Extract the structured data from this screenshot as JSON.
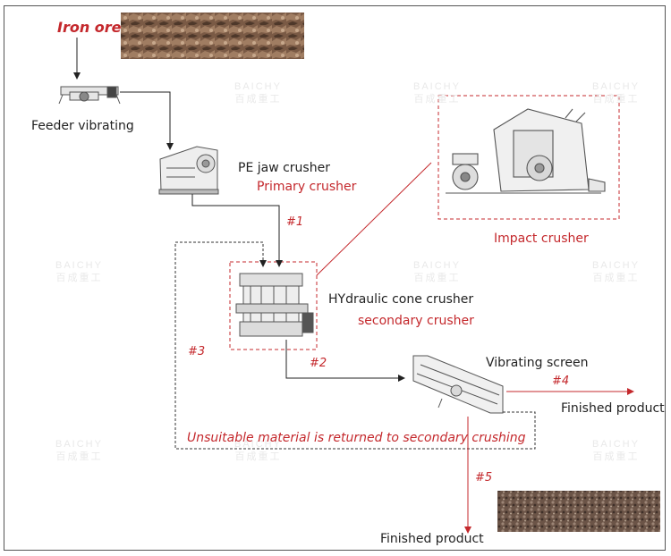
{
  "title": "Iron ore",
  "watermark": {
    "brand": "BAICHY",
    "cn": "百成重工"
  },
  "machines": {
    "feeder": "Feeder vibrating",
    "jaw": "PE jaw crusher",
    "jaw_role": "Primary crusher",
    "impact": "Impact crusher",
    "cone": "HYdraulic cone crusher",
    "cone_role": "secondary crusher",
    "screen": "Vibrating screen"
  },
  "flows": {
    "s1": "#1",
    "s2": "#2",
    "s3": "#3",
    "s4": "#4",
    "s5": "#5"
  },
  "outputs": {
    "finished_right": "Finished product",
    "finished_bottom": "Finished product"
  },
  "note": "Unsuitable material is returned to secondary crushing",
  "colors": {
    "accent_red": "#c4282c",
    "line": "#222222",
    "dashed": "#333333"
  }
}
